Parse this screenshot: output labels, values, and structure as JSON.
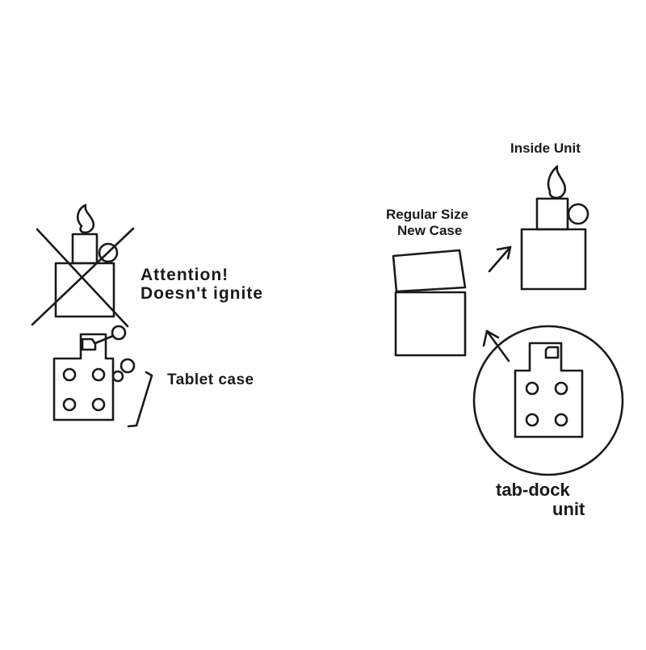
{
  "labels": {
    "attention_line1": "Attention!",
    "attention_line2": "Doesn't ignite",
    "tablet_case": "Tablet  case",
    "inside_unit": "Inside Unit",
    "regular_line1": "Regular Size",
    "regular_line2": "New Case",
    "tabdock_line1": "tab-dock",
    "tabdock_line2": "unit"
  },
  "icons": {
    "crossed_insert": "crossed-out-lighter-insert-icon",
    "tablet_case": "tablet-case-icon",
    "inside_unit": "lighter-insert-icon",
    "regular_case": "lighter-case-icon",
    "tabdock_unit": "tab-dock-unit-icon"
  },
  "colors": {
    "ink": "#1a1a1a",
    "background": "#ffffff"
  }
}
